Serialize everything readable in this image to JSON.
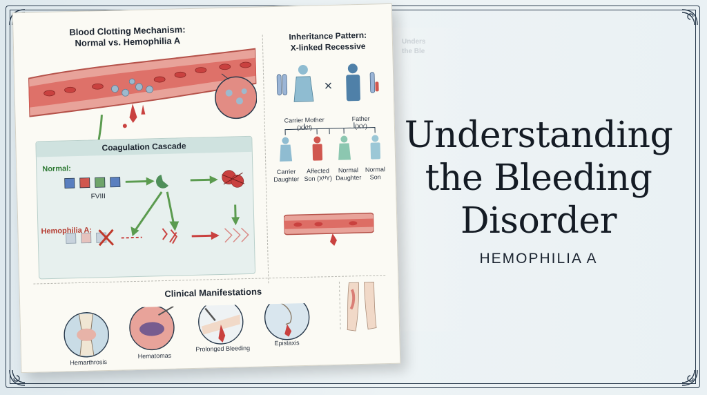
{
  "title": {
    "line1": "Understanding",
    "line2": "the Bleeding",
    "line3": "Disorder",
    "subtitle": "HEMOPHILIA A"
  },
  "infographic": {
    "clotting": {
      "title1": "Blood Clotting Mechanism:",
      "title2": "Normal vs. Hemophilia A"
    },
    "inheritance": {
      "title1": "Inheritance Pattern:",
      "title2": "X-linked Recessive",
      "parents": [
        {
          "label1": "Carrier Mother",
          "label2": "(XXᴴ)"
        },
        {
          "label1": "Father",
          "label2": "(XY)"
        }
      ],
      "children": [
        {
          "label1": "Carrier",
          "label2": "Daughter"
        },
        {
          "label1": "Affected",
          "label2": "Son (XᴴY)"
        },
        {
          "label1": "Normal",
          "label2": "Daughter"
        },
        {
          "label1": "Normal",
          "label2": "Son"
        }
      ]
    },
    "cascade": {
      "title": "Coagulation Cascade",
      "normal_label": "Normal:",
      "factor_label": "FVIII",
      "hemophilia_label": "Hemophilia A:"
    },
    "clinical": {
      "title": "Clinical Manifestations",
      "items": [
        "Hemarthrosis",
        "Hematomas",
        "Prolonged Bleeding",
        "Epistaxis"
      ]
    },
    "ghost": {
      "line1": "Unders",
      "line2": "the Ble"
    }
  },
  "colors": {
    "frame": "#27384a",
    "blood": "#c9413f",
    "vessel": "#e8a39a",
    "cascade_arrow": "#5b9b4f",
    "cross": "#c0392b",
    "platelet": "#7fa6c0"
  }
}
